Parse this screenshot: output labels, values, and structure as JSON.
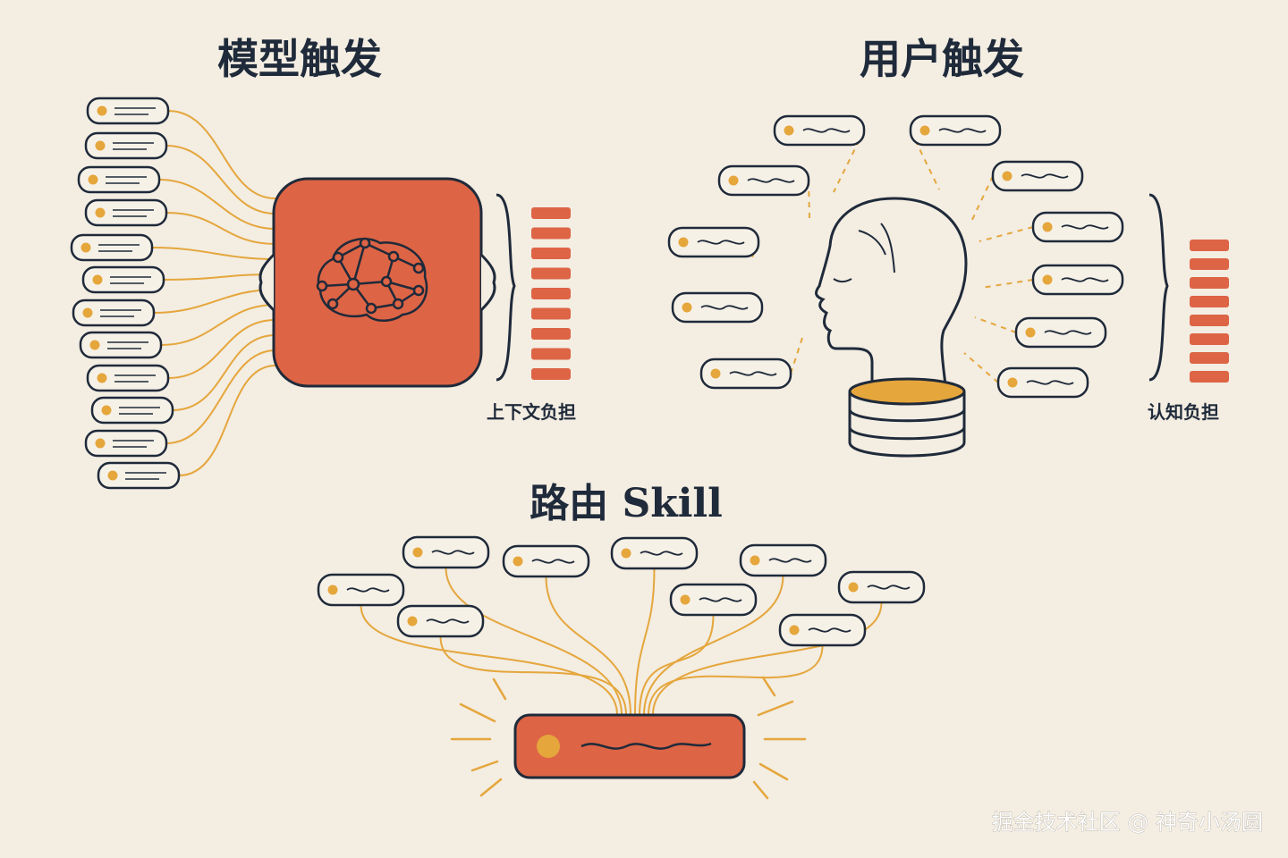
{
  "titles": {
    "model_trigger": "模型触发",
    "user_trigger": "用户触发",
    "routing_skill": "路由 Skill"
  },
  "labels": {
    "context_burden": "上下文负担",
    "cognitive_burden": "认知负担"
  },
  "watermark": "掘金技术社区 @ 神奇小汤圆",
  "colors": {
    "background": "#f3ede2",
    "accent_orange": "#dd6445",
    "accent_yellow": "#e5a63c",
    "ink": "#1f2a3a"
  },
  "icons": [
    "brain-network-icon",
    "human-head-icon",
    "database-stack-icon"
  ]
}
